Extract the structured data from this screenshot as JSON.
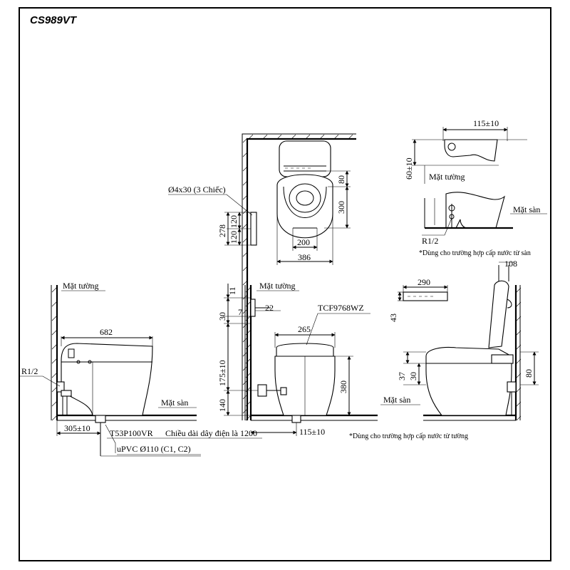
{
  "model": "CS989VT",
  "top_view": {
    "screw": "Ø4x30 (3 Chiếc)",
    "dims": {
      "d80": "80",
      "d300": "300",
      "d200": "200",
      "d386": "386",
      "d278": "278",
      "d120a": "120",
      "d120b": "120"
    }
  },
  "top_right": {
    "d115": "115±10",
    "d60": "60±10",
    "wall": "Mặt tường",
    "floor": "Mặt sàn",
    "r12": "R1/2",
    "note": "*Dùng cho trường hợp cấp nước từ sàn"
  },
  "side_left": {
    "wall": "Mặt tường",
    "d682": "682",
    "r12": "R1/2",
    "floor": "Mặt sàn",
    "d305": "305±10",
    "part1": "T53P100VR",
    "cable": "Chiều dài dây điện là 1200",
    "pipe": "uPVC Ø110 (C1, C2)"
  },
  "front_mid": {
    "wall": "Mặt tường",
    "d11": "11",
    "d30": "30",
    "d7": "7",
    "d22": "22",
    "part": "TCF9768WZ",
    "d265": "265",
    "d175": "175±10",
    "d380": "380",
    "d140": "140",
    "d115": "115±10",
    "floor": "Mặt sàn",
    "note": "*Dùng cho trường hợp cấp nước từ tường"
  },
  "side_right": {
    "d290": "290",
    "d43": "43",
    "d108": "108",
    "d37": "37",
    "d30": "30",
    "d80": "80"
  }
}
